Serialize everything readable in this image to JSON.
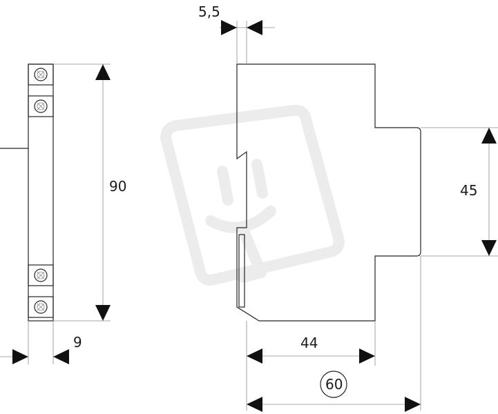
{
  "dimensions": {
    "top_gap": "5,5",
    "height_total": "90",
    "width_module": "9",
    "front_height": "45",
    "depth_44": "44",
    "depth_60": "60"
  },
  "icons": {
    "watermark": "smiley-plug-watermark-icon",
    "terminal": "terminal-screw-icon"
  },
  "colors": {
    "line": "#222222",
    "arrow": "#111111",
    "watermark": "#ececec"
  }
}
